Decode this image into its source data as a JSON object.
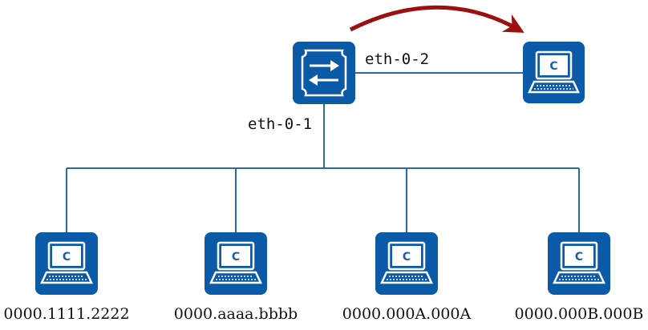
{
  "colors": {
    "device_fill": "#0b5aa8",
    "link_line": "#2a6aa6",
    "arrow": "#9b1010",
    "highlight_text": "#c01818",
    "text": "#111111"
  },
  "switch": {
    "icon": "switch-icon",
    "ports": {
      "downlink": "eth-0-1",
      "uplink": "eth-0-2"
    }
  },
  "remote_host": {
    "icon": "computer-icon",
    "screen_letter": "C"
  },
  "hosts": [
    {
      "mac": "0000.1111.2222",
      "screen_letter": "C",
      "highlight": false
    },
    {
      "mac": "0000.aaaa.bbbb",
      "screen_letter": "C",
      "highlight": false
    },
    {
      "mac": "0000.000A.000A",
      "screen_letter": "C",
      "highlight": false
    },
    {
      "mac": "0000.000B.000B",
      "screen_letter": "C",
      "highlight": true
    }
  ]
}
